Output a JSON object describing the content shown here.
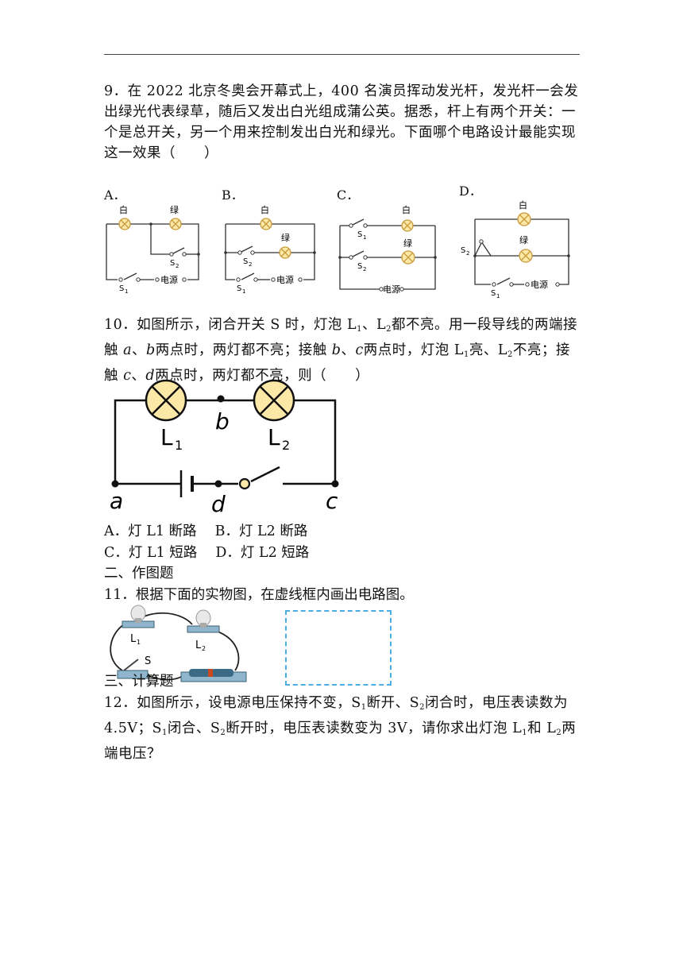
{
  "q9": {
    "text": "9．在 2022 北京冬奥会开幕式上，400 名演员挥动发光杆，发光杆一会发出绿光代表绿草，随后又发出白光组成蒲公英。据悉，杆上有两个开关：一个是总开关，另一个用来控制发出白光和绿光。下面哪个电路设计最能实现这一效果（　　）",
    "options": [
      "A．",
      "B．",
      "C．",
      "D．"
    ],
    "labels": {
      "white": "白",
      "green": "绿",
      "power": "电源",
      "s1": "S",
      "s2": "S",
      "sub1": "1",
      "sub2": "2"
    }
  },
  "q10": {
    "p1": "10．如图所示，闭合开关 S 时，灯泡 L",
    "p2": "、L",
    "p3": "都不亮。用一段导线的两端接触 ",
    "a": "a",
    "p4": "、",
    "b": "b",
    "p5": "两点时，两灯都不亮；接触 ",
    "b2": "b",
    "p6": "、",
    "c": "c",
    "p7": "两点时，灯泡 L",
    "p8": "亮、L",
    "p9": "不亮；接触 ",
    "c2": "c",
    "p10": "、",
    "d": "d",
    "p11": "两点时，两灯都不亮，则（　　）",
    "sub1": "1",
    "sub2": "2",
    "circuit": {
      "L": "L",
      "sub1": "1",
      "sub2": "2",
      "a": "a",
      "b": "b",
      "c": "c",
      "d": "d"
    },
    "opt_a": "A．灯 L1 断路",
    "opt_b": "B．灯 L2 断路",
    "opt_c": "C．灯 L1 短路",
    "opt_d": "D．灯 L2 短路"
  },
  "section2": "二、作图题",
  "q11": {
    "text": "11．根据下面的实物图，在虚线框内画出电路图。",
    "labels": {
      "L": "L",
      "sub1": "1",
      "sub2": "2",
      "s": "S"
    }
  },
  "section3": "三、计算题",
  "q12": {
    "p1": "12．如图所示，设电源电压保持不变，S",
    "p2": "断开、S",
    "p3": "闭合时，电压表读数为 4.5V；S",
    "p4": "闭合、S",
    "p5": "断开时，电压表读数变为 3V，请你求出灯泡 L",
    "p6": "和 L",
    "p7": "两端电压？",
    "sub1": "1",
    "sub2": "2"
  }
}
